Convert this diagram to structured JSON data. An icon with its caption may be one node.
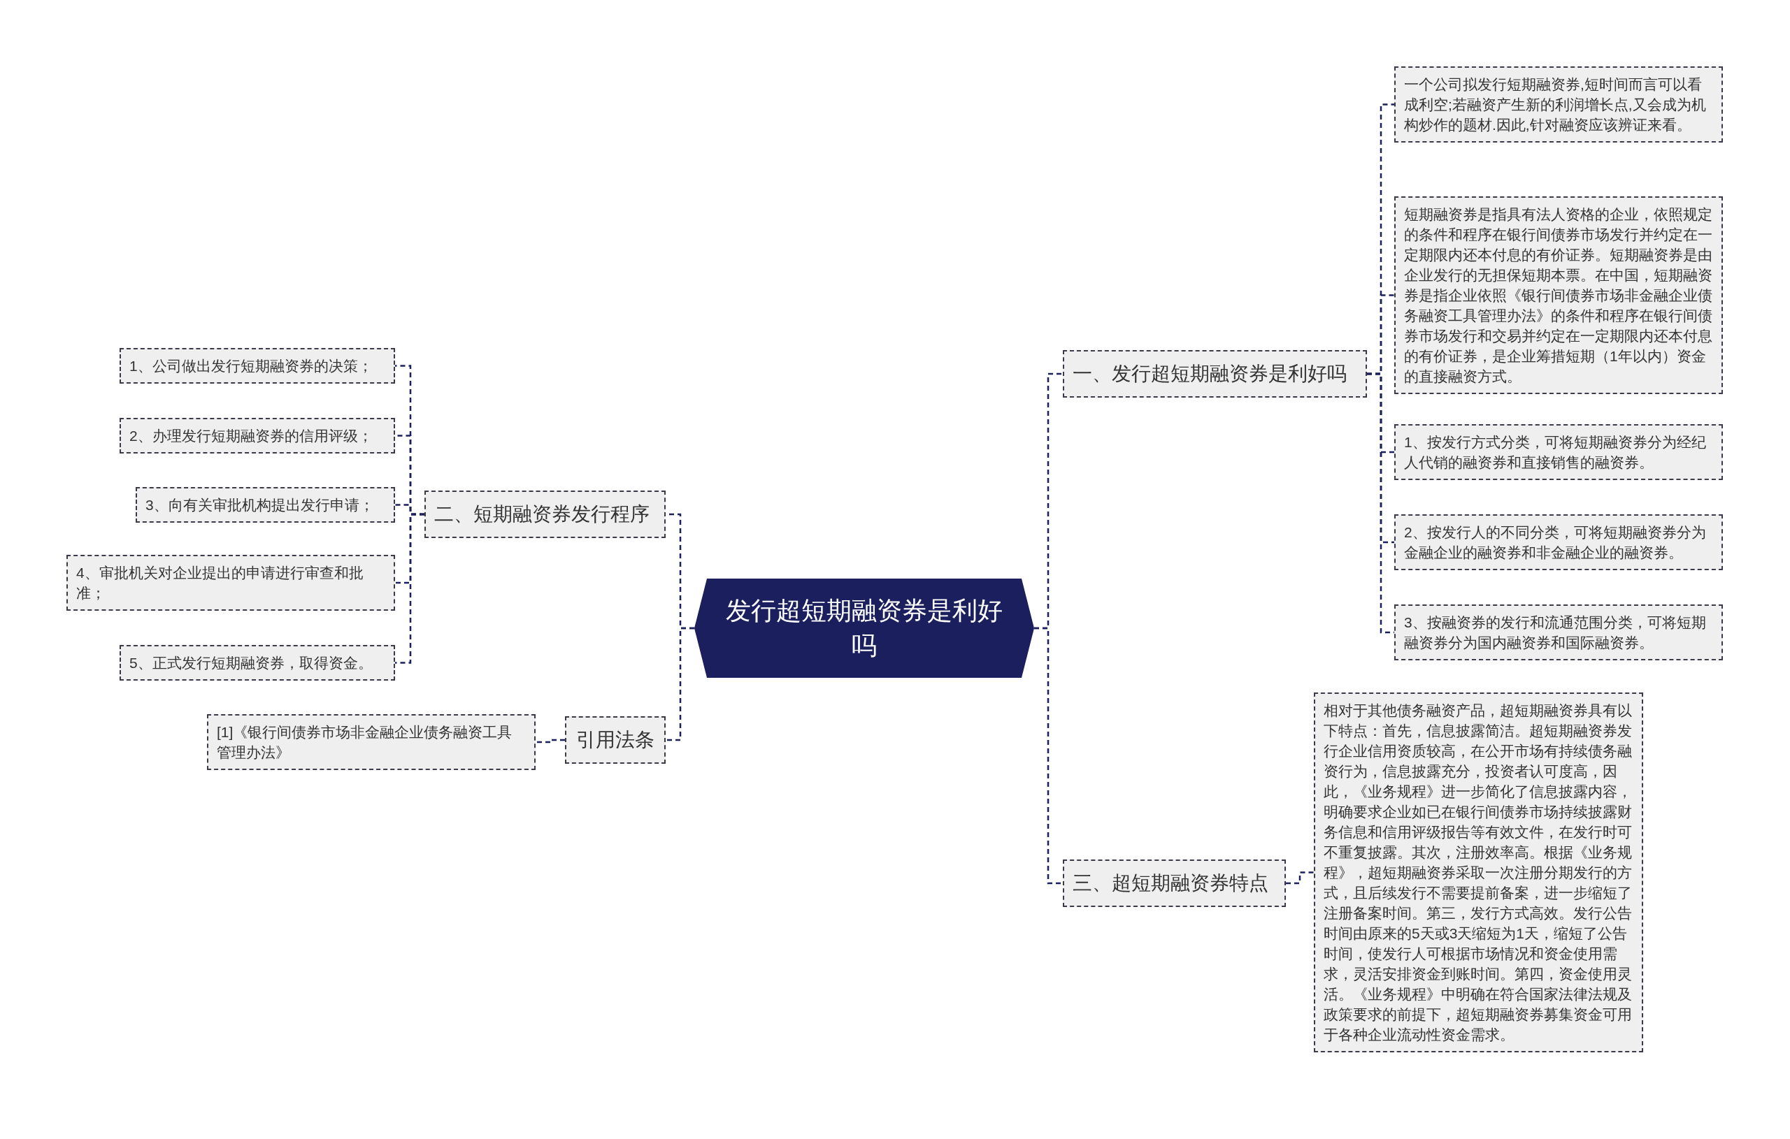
{
  "diagram": {
    "nodes": [
      {
        "text": [
          "发行超短期融资券是利好吗"
        ]
      },
      {
        "text": [
          "一、发行超短期融资券是利好吗"
        ]
      },
      {
        "text": [
          "一个公司拟发行短期融资券,短时间而言可以看成利空;若融资产生新的利润增长点,又会成为机构炒作的题材.因此,针对融资应该辨证来看。"
        ]
      },
      {
        "text": [
          "短期融资券是指具有法人资格的企业，依照规定的条件和程序在银行间债券市场发行并约定在一定期限内还本付息的有价证券。短期融资券是由企业发行的无担保短期本票。在中国，短期融资券是指企业依照《银行间债券市场非金融企业债务融资工具管理办法》的条件和程序在银行间债券市场发行和交易并约定在一定期限内还本付息的有价证券，是企业筹措短期（1年以内）资金的直接融资方式。"
        ]
      },
      {
        "text": [
          "1、按发行方式分类，可将短期融资券分为经纪人代销的融资券和直接销售的融资券。"
        ]
      },
      {
        "text": [
          "2、按发行人的不同分类，可将短期融资券分为金融企业的融资券和非金融企业的融资券。"
        ]
      },
      {
        "text": [
          "3、按融资券的发行和流通范围分类，可将短期融资券分为国内融资券和国际融资券。"
        ]
      },
      {
        "text": [
          "三、超短期融资券特点"
        ]
      },
      {
        "text": [
          "相对于其他债务融资产品，超短期融资券具有以下特点：首先，信息披露简洁。超短期融资券发行企业信用资质较高，在公开市场有持续债务融资行为，信息披露充分，投资者认可度高，因此，《业务规程》进一步简化了信息披露内容，明确要求企业如已在银行间债券市场持续披露财务信息和信用评级报告等有效文件，在发行时可不重复披露。其次，注册效率高。根据《业务规程》，超短期融资券采取一次注册分期发行的方式，且后续发行不需要提前备案，进一步缩短了注册备案时间。第三，发行方式高效。发行公告时间由原来的5天或3天缩短为1天，缩短了公告时间，使发行人可根据市场情况和资金使用需求，灵活安排资金到账时间。第四，资金使用灵活。《业务规程》中明确在符合国家法律法规及政策要求的前提下，超短期融资券募集资金可用于各种企业流动性资金需求。"
        ]
      },
      {
        "text": [
          "二、短期融资券发行程序"
        ]
      },
      {
        "text": [
          "1、公司做出发行短期融资券的决策；"
        ]
      },
      {
        "text": [
          "2、办理发行短期融资券的信用评级；"
        ]
      },
      {
        "text": [
          "3、向有关审批机构提出发行申请；"
        ]
      },
      {
        "text": [
          "4、审批机关对企业提出的申请进行审查和批准；"
        ]
      },
      {
        "text": [
          "5、正式发行短期融资券，取得资金。"
        ]
      },
      {
        "text": [
          "引用法条"
        ]
      },
      {
        "text": [
          "[1]《银行间债券市场非金融企业债务融资工具管理办法》"
        ]
      }
    ],
    "edges": [
      {
        "from": 0,
        "to": 1,
        "arrow": "none"
      },
      {
        "from": 0,
        "to": 7,
        "arrow": "none"
      },
      {
        "from": 0,
        "to": 9,
        "arrow": "none"
      },
      {
        "from": 0,
        "to": 15,
        "arrow": "none"
      },
      {
        "from": 1,
        "to": 2,
        "arrow": "none"
      },
      {
        "from": 1,
        "to": 3,
        "arrow": "none"
      },
      {
        "from": 1,
        "to": 4,
        "arrow": "none"
      },
      {
        "from": 1,
        "to": 5,
        "arrow": "none"
      },
      {
        "from": 1,
        "to": 6,
        "arrow": "none"
      },
      {
        "from": 7,
        "to": 8,
        "arrow": "none"
      },
      {
        "from": 9,
        "to": 10,
        "arrow": "none"
      },
      {
        "from": 9,
        "to": 11,
        "arrow": "none"
      },
      {
        "from": 9,
        "to": 12,
        "arrow": "none"
      },
      {
        "from": 9,
        "to": 13,
        "arrow": "none"
      },
      {
        "from": 9,
        "to": 14,
        "arrow": "none"
      },
      {
        "from": 15,
        "to": 16,
        "arrow": "none"
      }
    ]
  }
}
